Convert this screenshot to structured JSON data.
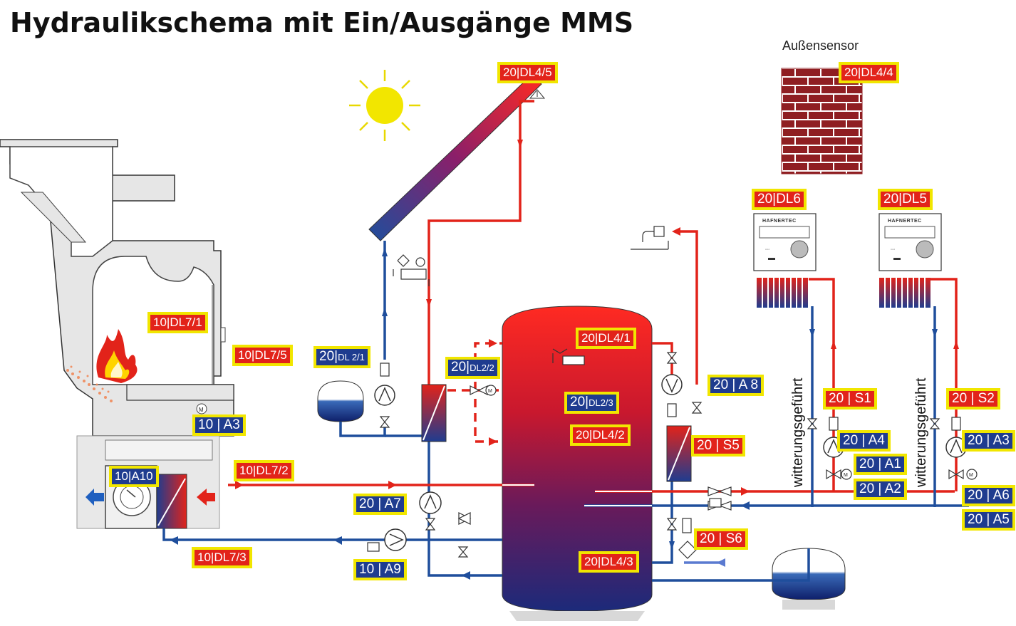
{
  "title": "Hydraulikschema mit Ein/Ausgänge MMS",
  "outdoor_sensor_label": "Außensensor",
  "thermostat_brand": "HAFNERTEC",
  "weather_text": "witterungsgeführt",
  "tags": {
    "dl4_5": "20|DL4/5",
    "dl4_4": "20|DL4/4",
    "dl6": "20|DL6",
    "dl5": "20|DL5",
    "dl7_1": "10|DL7/1",
    "dl7_5": "10|DL7/5",
    "a3_left": "10 | A3",
    "a10": "10|A10",
    "dl7_2": "10|DL7/2",
    "dl7_3": "10|DL7/3",
    "dl2_1_prefix": "20|",
    "dl2_1_suffix": "DL 2/1",
    "dl2_2_prefix": "20|",
    "dl2_2_suffix": "DL2/2",
    "dl4_1": "20|DL4/1",
    "dl2_3_prefix": "20|",
    "dl2_3_suffix": "DL2/3",
    "dl4_2": "20|DL4/2",
    "a7": "20 | A7",
    "a9": "10 | A9",
    "dl4_3": "20|DL4/3",
    "a8": "20 | A 8",
    "s5": "20 | S5",
    "s6": "20 | S6",
    "s1": "20 | S1",
    "a4": "20 | A4",
    "a1": "20 | A1",
    "a2": "20 | A2",
    "s2": "20 | S2",
    "a3_right": "20 | A3",
    "a6": "20 | A6",
    "a5": "20 | A5"
  },
  "colors": {
    "hot": "#e2231a",
    "cold": "#1f4e9c",
    "tag_border": "#f1e600",
    "brick": "#8f1e22",
    "stove": "#e6e6e6"
  }
}
